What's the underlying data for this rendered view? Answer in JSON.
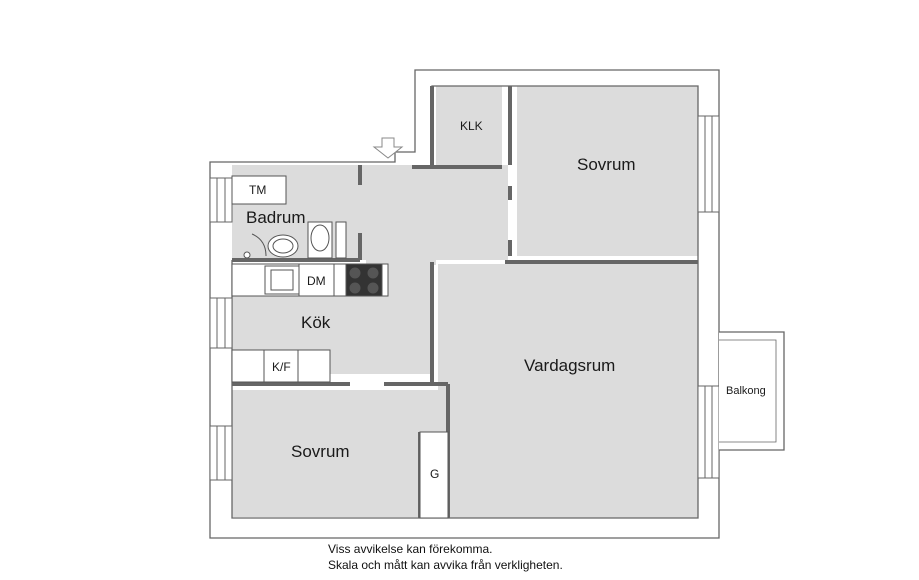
{
  "rooms": {
    "klk": "KLK",
    "sovrum_top": "Sovrum",
    "tm": "TM",
    "badrum": "Badrum",
    "dm": "DM",
    "kok": "Kök",
    "kf": "K/F",
    "vardagsrum": "Vardagsrum",
    "balkong": "Balkong",
    "sovrum_bottom": "Sovrum",
    "g": "G"
  },
  "disclaimer": {
    "line1": "Viss avvikelse kan förekomma.",
    "line2": "Skala och mått kan avvika från verkligheten."
  },
  "colors": {
    "floor": "#dcdcdc",
    "wall": "#666666",
    "fixture": "#ffffff"
  }
}
